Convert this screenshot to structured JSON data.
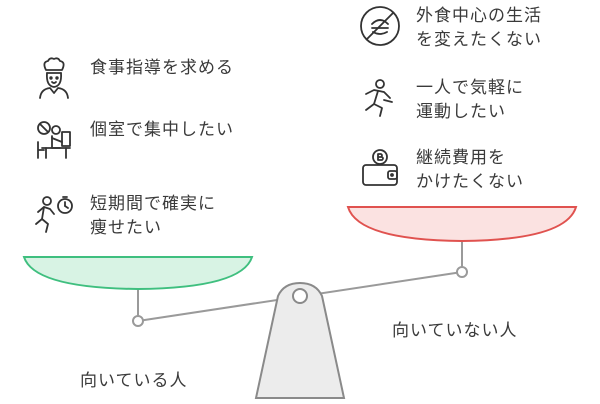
{
  "left_group": {
    "caption": "向いている人",
    "color": "#3fbf7f",
    "fill": "#d8f3e4",
    "items": [
      {
        "icon": "chef-icon",
        "lines": [
          "食事指導を求める"
        ]
      },
      {
        "icon": "person-at-desk-icon",
        "lines": [
          "個室で集中したい"
        ]
      },
      {
        "icon": "running-person-stopwatch-icon",
        "lines": [
          "短期間で確実に",
          "痩せたい"
        ]
      }
    ]
  },
  "right_group": {
    "caption": "向いていない人",
    "color": "#e0524f",
    "fill": "#fbe2e1",
    "items": [
      {
        "icon": "no-food-icon",
        "lines": [
          "外食中心の生活",
          "を変えたくない"
        ]
      },
      {
        "icon": "running-person-icon",
        "lines": [
          "一人で気軽に",
          "運動したい"
        ]
      },
      {
        "icon": "wallet-icon",
        "lines": [
          "継続費用を",
          "かけたくない"
        ]
      }
    ]
  },
  "scale": {
    "beam_color": "#9a9a9a",
    "stand_fill": "#ececec",
    "stand_stroke": "#8a8a8a"
  }
}
